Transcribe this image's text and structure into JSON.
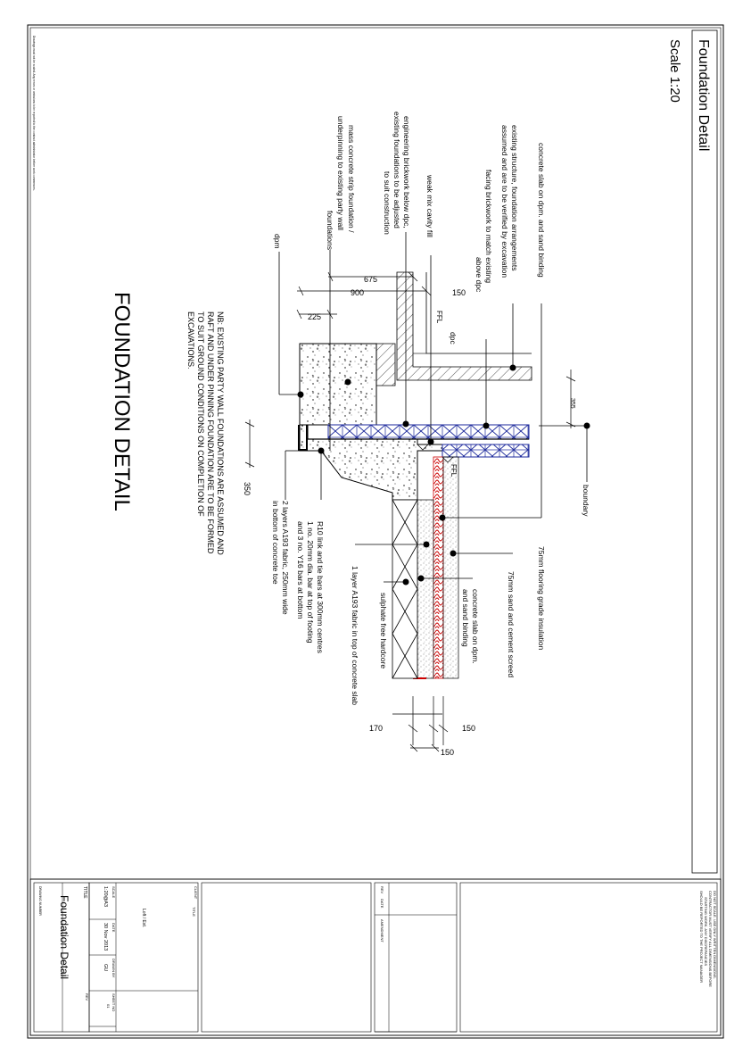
{
  "header": {
    "title": "Foundation Detail",
    "scale": "Scale 1:20"
  },
  "left_margin_note": "Drawings must not be scaled. Any errors or omissions to be reported to the contract administrator before work commences.",
  "drawing_caption": "FOUNDATION DETAIL",
  "note": {
    "lines": [
      "NB: EXISTING PARTY WALL FOUNDATIONS ARE ASSUMED AND",
      "RAFT AND UNDER PINNING FOUNDATION ARE TO BE FORMED",
      "TO SUIT GROUND CONDITIONS ON COMPLETION OF",
      "EXCAVATIONS."
    ]
  },
  "labels": {
    "slab_top": "concrete slab on dpm. and sand binding",
    "existing_structure": [
      "existing structure, foundation arrangements",
      "assumed and are to be verified by excavation",
      "facing brickwork to match existing",
      "above dpc"
    ],
    "cavity_fill": "weak mix cavity fill",
    "engineering_brickwork": [
      "engineering brickwork below dpc,",
      "existing foundations to be adjusted",
      "to suit construction"
    ],
    "mass_concrete": [
      "mass concrete strip foundation /",
      "underpinning to existing party wall",
      "foundations"
    ],
    "dpm": "dpm",
    "dpc": "dpc",
    "ffl_1": "FFL",
    "ffl_2": "FFL",
    "boundary": "boundary",
    "insulation": "75mm flooring grade insulation",
    "screed": "75mm sand and cement screed",
    "slab_right": [
      "concrete slab on dpm.",
      "and sand binding"
    ],
    "hardcore": "sulphate free hardcore",
    "fabric_top": "1 layer A193 fabric in top of concrete slab",
    "link_bars": [
      "R10 link and tie bars at 300mm centres",
      "1 no. 20mm dia. bar at top of footing",
      "and 3 no. Y16 bars at bottom"
    ],
    "fabric_bottom": [
      "2 layers A193 fabric, 250mm wide",
      "in bottom of concrete toe"
    ]
  },
  "dimensions": {
    "d675": "675",
    "d900": "900",
    "d150_top": "150",
    "d225": "225",
    "d355": "355",
    "d350": "350",
    "d170": "170",
    "d150_a": "150",
    "d150_b": "150"
  },
  "title_block": {
    "notes_text": [
      "DO NOT SCALE. USE ONLY WRITTEN DIMENSIONS.",
      "CONTRACTOR MUST VERIFY ALL DIMENSIONS BEFORE",
      "STARTING WORK. ANY DISCREPANCIES",
      "SHOULD BE REPORTED TO THE PROJECT MANAGER"
    ],
    "rev_label": "REV",
    "date_label": "DATE",
    "amendment_label": "AMENDMENT",
    "client_label": "CLIENT",
    "project_label": "TITLE",
    "project_value": "Loft / Ext.",
    "title_label": "TITLE",
    "title_value": "Foundation Detail",
    "drawing_no_label": "DRAWING NUMBER",
    "scale_label": "SCALE",
    "scale_value": "1:20@A3",
    "date_block_label": "DATE",
    "date_value": "30 Nov 2013",
    "drawn_label": "DRAWN BY",
    "drawn_value": "GU",
    "rev_block_label": "REV",
    "sheet_label": "SHEET NO",
    "sheet_value": "01"
  }
}
